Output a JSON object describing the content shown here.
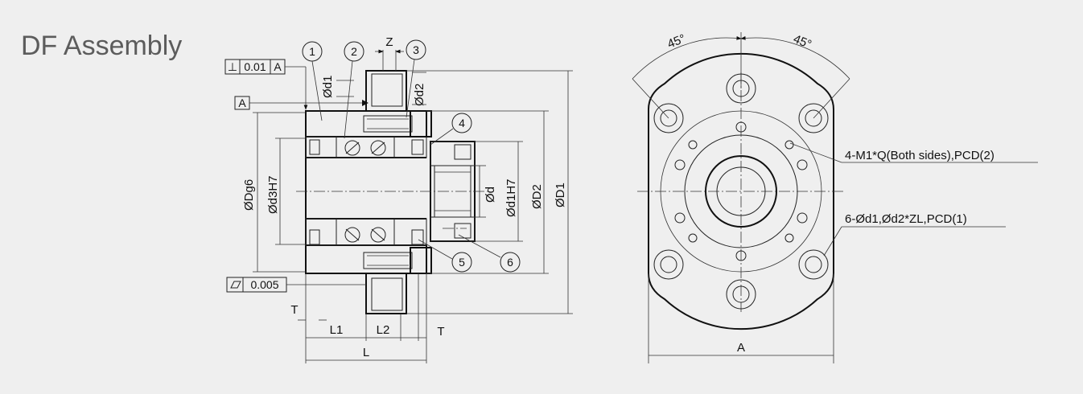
{
  "title": "DF Assembly",
  "side_view": {
    "balloons": [
      "1",
      "2",
      "3",
      "4",
      "5",
      "6"
    ],
    "top_labels": {
      "z": "Z",
      "d1": "Ød1",
      "d2": "Ød2"
    },
    "tolerances": {
      "perp_symbol": "⊥",
      "perp_value": "0.01",
      "perp_datum": "A",
      "datum": "A",
      "flat_value": "0.005"
    },
    "left_dims": {
      "dg6": "ØDg6",
      "d3h7": "Ød3H7"
    },
    "right_dims": {
      "d": "Ød",
      "d1h7": "Ød1H7",
      "D2": "ØD2",
      "D1": "ØD1"
    },
    "bottom_dims": {
      "t_left": "T",
      "l1": "L1",
      "l2": "L2",
      "t_right": "T",
      "l": "L"
    }
  },
  "front_view": {
    "angle_left": "45°",
    "angle_right": "45°",
    "callout_tapped": "4-M1*Q(Both sides),PCD(2)",
    "callout_holes": "6-Ød1,Ød2*ZL,PCD(1)",
    "width_label": "A"
  }
}
